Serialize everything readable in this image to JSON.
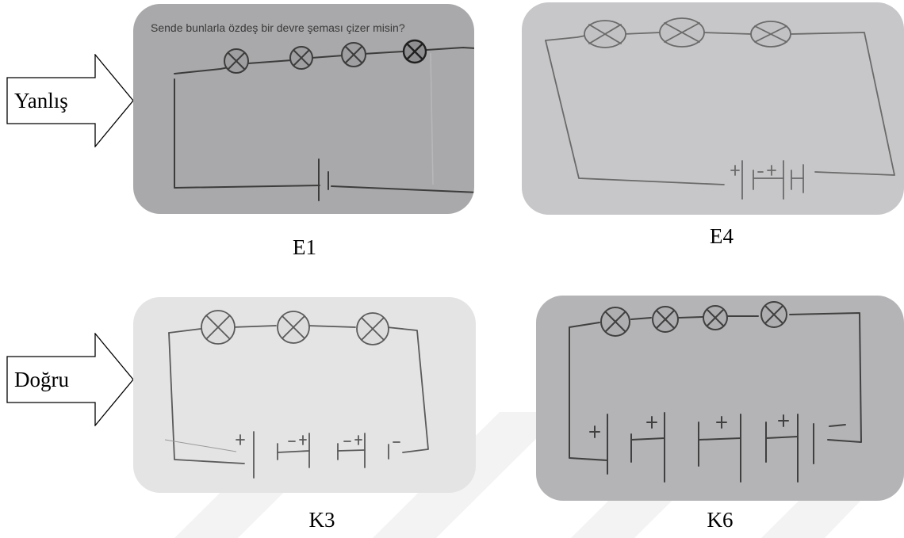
{
  "arrows": [
    {
      "id": "wrong",
      "label": "Yanlış"
    },
    {
      "id": "correct",
      "label": "Doğru"
    }
  ],
  "photos": {
    "e1": {
      "caption": "E1",
      "handwritten_question": "Sende bunlarla özdeş bir devre şeması çizer misin?"
    },
    "e4": {
      "caption": "E4"
    },
    "k3": {
      "caption": "K3"
    },
    "k6": {
      "caption": "K6"
    }
  }
}
